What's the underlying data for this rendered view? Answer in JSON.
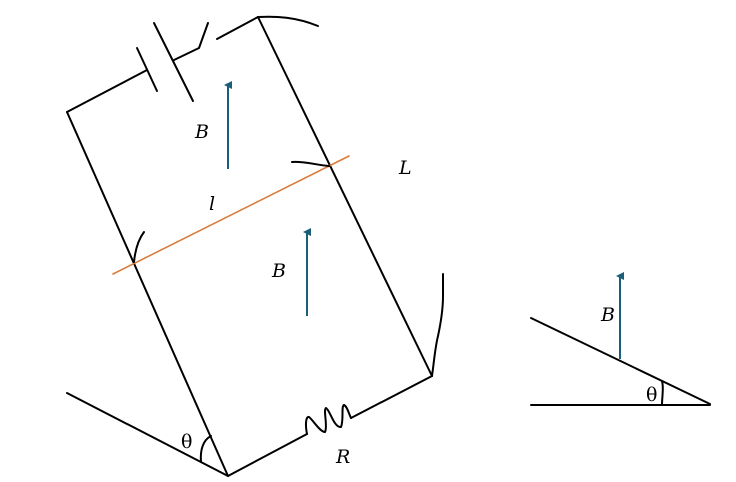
{
  "labels": {
    "field_top": "B",
    "field_middle": "B",
    "field_side": "B",
    "rod_length": "l",
    "rail_length": "L",
    "resistor": "R",
    "angle_main": "θ",
    "angle_side": "θ"
  },
  "colors": {
    "wire": "#000000",
    "rod": "#e07b39",
    "field_arrow": "#1b5e7a"
  }
}
